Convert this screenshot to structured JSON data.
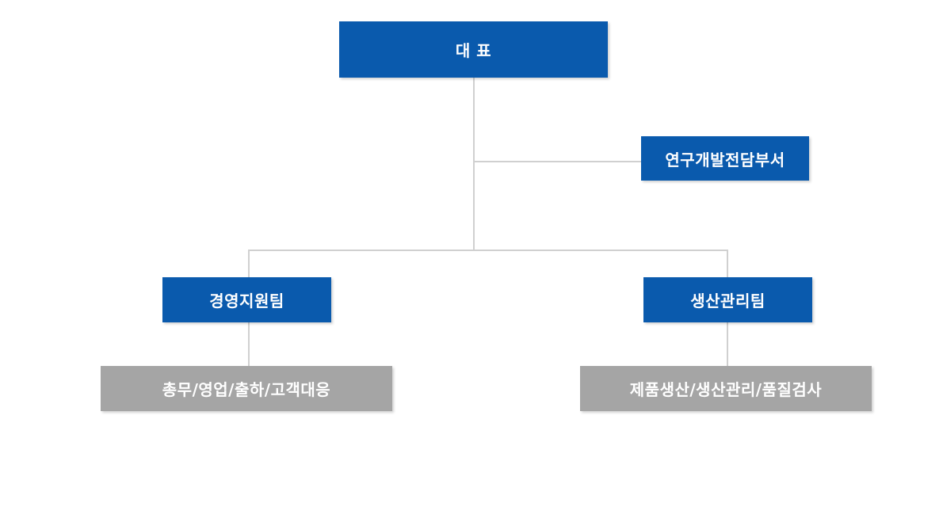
{
  "org_chart": {
    "ceo": {
      "label": "대 표"
    },
    "rnd": {
      "label": "연구개발전담부서"
    },
    "teams": [
      {
        "label": "경영지원팀",
        "duties": "총무/영업/출하/고객대응"
      },
      {
        "label": "생산관리팀",
        "duties": "제품생산/생산관리/품질검사"
      }
    ]
  },
  "colors": {
    "unit_box": "#0a5aad",
    "duty_box": "#a5a5a5",
    "connector": "#d0d0d0",
    "text": "#ffffff"
  }
}
